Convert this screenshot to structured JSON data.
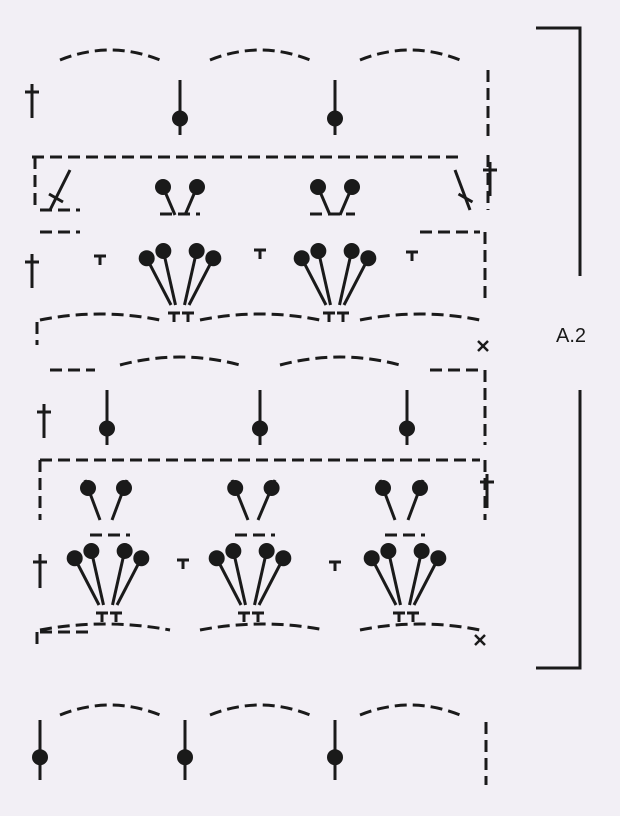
{
  "diagram": {
    "section_label": "A.2",
    "ink_color": "#1a1a1a",
    "background": "#f2eff5",
    "symbols": {
      "chain": "dash",
      "double_crochet": "cross-post",
      "treble_crochet": "bead-post",
      "half_treble": "T",
      "single_crochet": "x"
    }
  }
}
